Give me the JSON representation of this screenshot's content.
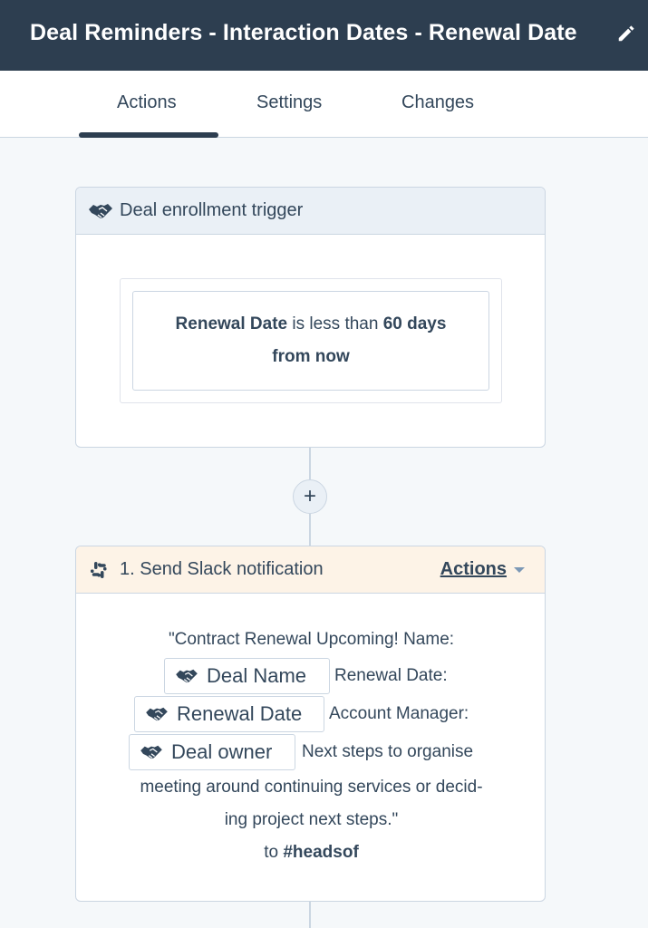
{
  "header": {
    "title": "Deal Reminders - Interaction Dates - Renewal Date",
    "edit_icon": "pencil-icon"
  },
  "tabs": [
    {
      "label": "Actions",
      "active": true
    },
    {
      "label": "Settings",
      "active": false
    },
    {
      "label": "Changes",
      "active": false
    }
  ],
  "trigger": {
    "title": "Deal enrollment trigger",
    "icon": "handshake-icon",
    "filter": {
      "property": "Renewal Date",
      "operator": "is less than",
      "value": "60 days",
      "tail": "from now"
    }
  },
  "add_button": {
    "label": "+"
  },
  "action": {
    "title": "1. Send Slack notification",
    "icon": "slack-icon",
    "menu_label": "Actions",
    "message": {
      "line1": "\"Contract Renewal Upcoming! Name:",
      "token1": "Deal Name",
      "after1": "Renewal Date:",
      "token2": "Renewal Date",
      "after2": "Account Manager:",
      "token3": "Deal owner",
      "after3": "Next steps to organise",
      "line5": "meeting around continuing services or decid-",
      "line6": "ing project next steps.\"",
      "to_label": "to",
      "channel": "#headsof"
    }
  },
  "colors": {
    "header_bg": "#2d3e50",
    "text": "#33475b",
    "border": "#cbd6e2",
    "trigger_head": "#eaf0f6",
    "action_head": "#fdf3e7"
  }
}
